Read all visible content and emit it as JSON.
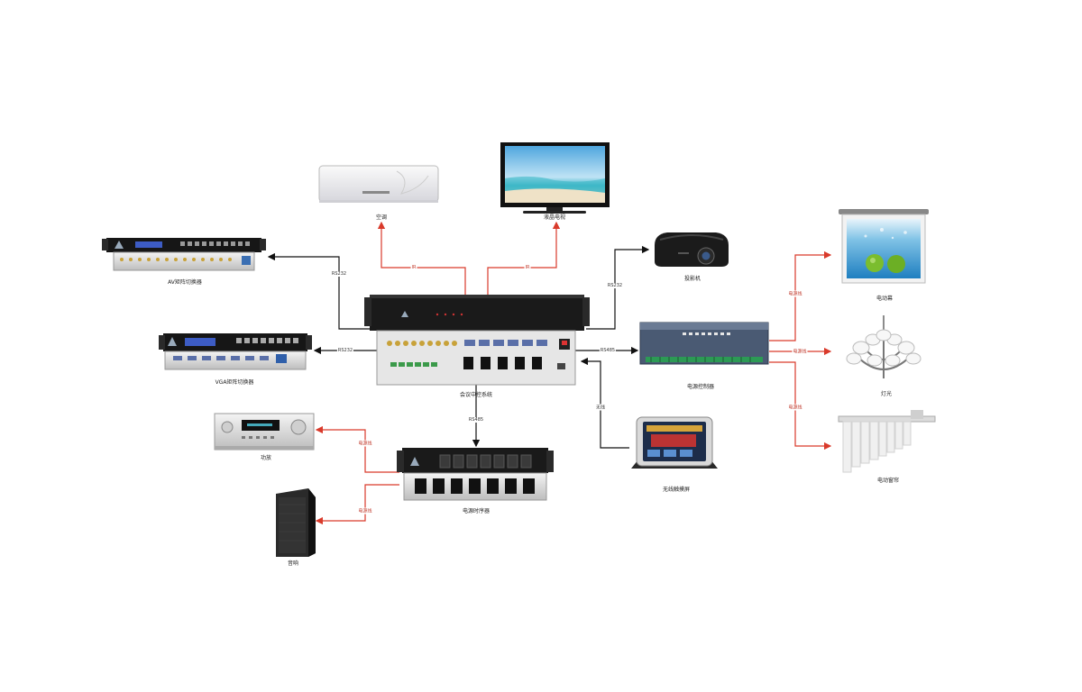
{
  "diagram": {
    "center": {
      "label": "会议中控系统"
    },
    "devices": {
      "aircon": {
        "label": "空调"
      },
      "tv": {
        "label": "液晶电视"
      },
      "projector": {
        "label": "投影机"
      },
      "av_matrix": {
        "label": "AV矩阵切换器"
      },
      "vga_matrix": {
        "label": "VGA矩阵切换器"
      },
      "power_controller": {
        "label": "电源控制器"
      },
      "screen": {
        "label": "电动幕"
      },
      "light": {
        "label": "灯光"
      },
      "curtain": {
        "label": "电动窗帘"
      },
      "amplifier": {
        "label": "功放"
      },
      "sequencer": {
        "label": "电源时序器"
      },
      "speaker": {
        "label": "音响"
      },
      "touch_panel": {
        "label": "无线触摸屏"
      }
    },
    "links": {
      "rs232_av": "RS232",
      "rs232_vga": "RS232",
      "rs232_proj": "RS232",
      "rs485_power": "RS485",
      "rs485_seq": "RS485",
      "wireless": "无线",
      "ir_aircon": "IR",
      "ir_tv": "IR",
      "pw_screen": "电源线",
      "pw_light": "电源线",
      "pw_curtain": "电源线",
      "pw_amp": "电源线",
      "pw_speaker": "电源线"
    },
    "colors": {
      "control_line": "#111111",
      "power_line": "#d93a2b"
    }
  }
}
